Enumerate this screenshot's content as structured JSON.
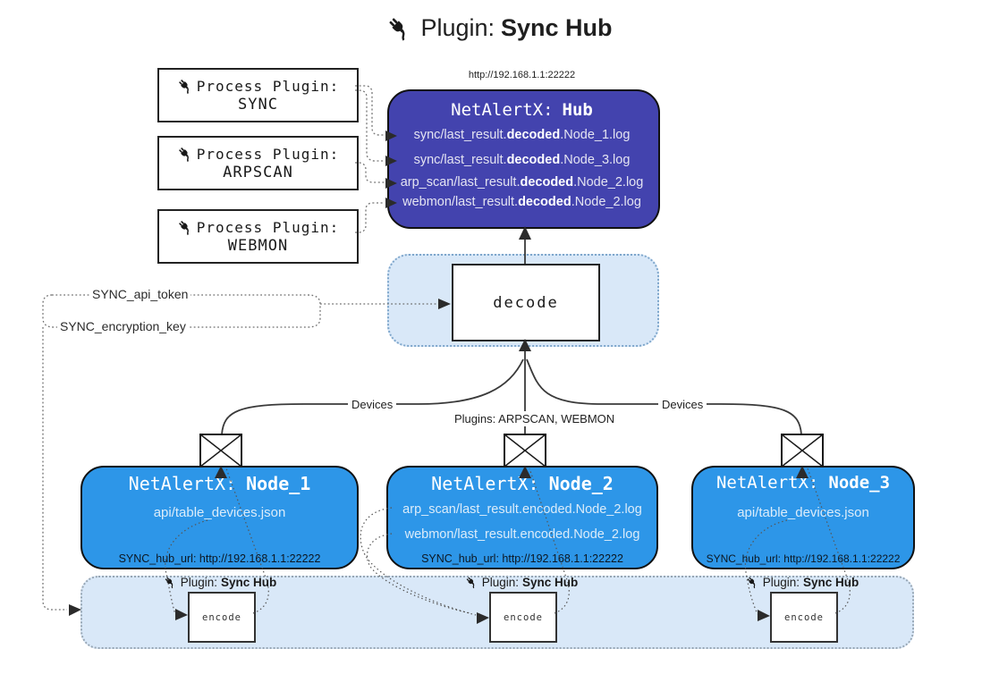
{
  "title": {
    "prefix": "Plugin:",
    "name": "Sync Hub"
  },
  "process_plugins": [
    {
      "label": "Process Plugin:",
      "name": "SYNC"
    },
    {
      "label": "Process Plugin:",
      "name": "ARPSCAN"
    },
    {
      "label": "Process Plugin:",
      "name": "WEBMON"
    }
  ],
  "hub": {
    "url": "http://192.168.1.1:22222",
    "title_prefix": "NetAlertX:",
    "title_name": "Hub",
    "lines": [
      {
        "pre": "sync/last_result.",
        "bold": "decoded",
        "post": ".Node_1.log"
      },
      {
        "pre": "sync/last_result.",
        "bold": "decoded",
        "post": ".Node_3.log"
      },
      {
        "pre": "arp_scan/last_result.",
        "bold": "decoded",
        "post": ".Node_2.log"
      },
      {
        "pre": "webmon/last_result.",
        "bold": "decoded",
        "post": ".Node_2.log"
      }
    ]
  },
  "decode_label": "decode",
  "settings": {
    "api_token": "SYNC_api_token",
    "encryption_key": "SYNC_encryption_key"
  },
  "edge_labels": {
    "devices_left": "Devices",
    "devices_right": "Devices",
    "plugins": "Plugins: ARPSCAN, WEBMON"
  },
  "nodes": [
    {
      "title_prefix": "NetAlertX:",
      "title_name": "Node_1",
      "lines": [
        "api/table_devices.json"
      ],
      "footer": "SYNC_hub_url: http://192.168.1.1:22222"
    },
    {
      "title_prefix": "NetAlertX:",
      "title_name": "Node_2",
      "lines": [
        "arp_scan/last_result.encoded.Node_2.log",
        "webmon/last_result.encoded.Node_2.log"
      ],
      "footer": "SYNC_hub_url: http://192.168.1.1:22222"
    },
    {
      "title_prefix": "NetAlertX:",
      "title_name": "Node_3",
      "lines": [
        "api/table_devices.json"
      ],
      "footer": "SYNC_hub_url: http://192.168.1.1:22222"
    }
  ],
  "encoders": [
    {
      "label_prefix": "Plugin:",
      "label_name": "Sync Hub",
      "box_label": "encode"
    },
    {
      "label_prefix": "Plugin:",
      "label_name": "Sync Hub",
      "box_label": "encode"
    },
    {
      "label_prefix": "Plugin:",
      "label_name": "Sync Hub",
      "box_label": "encode"
    }
  ],
  "colors": {
    "hub_bg": "#4343ae",
    "node_bg": "#2d96e8",
    "band_bg": "#d9e8f8",
    "line": "#3a3a3a"
  }
}
